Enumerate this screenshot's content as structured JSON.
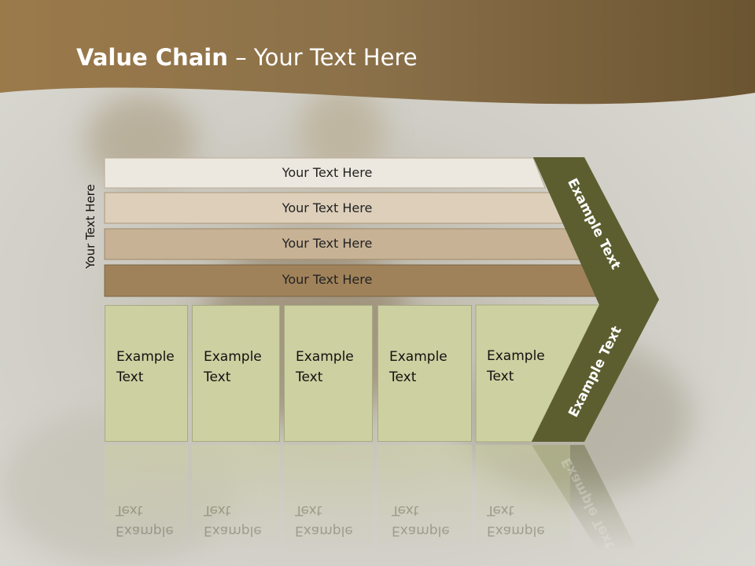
{
  "title": {
    "bold": "Value Chain",
    "rest": " – Your Text Here"
  },
  "side_label": "Your Text Here",
  "bars": [
    {
      "label": "Your Text Here",
      "color": "#ede8df"
    },
    {
      "label": "Your Text Here",
      "color": "#ddcfba"
    },
    {
      "label": "Your Text Here",
      "color": "#c7b295"
    },
    {
      "label": "Your Text Here",
      "color": "#a0825a"
    }
  ],
  "boxes": [
    {
      "line1": "Example",
      "line2": "Text"
    },
    {
      "line1": "Example",
      "line2": "Text"
    },
    {
      "line1": "Example",
      "line2": "Text"
    },
    {
      "line1": "Example",
      "line2": "Text"
    },
    {
      "line1": "Example",
      "line2": "Text"
    }
  ],
  "arrow": {
    "upper": "Example Text",
    "lower": "Example Text",
    "color": "#5c5e30"
  },
  "header_color": "#8a7049"
}
